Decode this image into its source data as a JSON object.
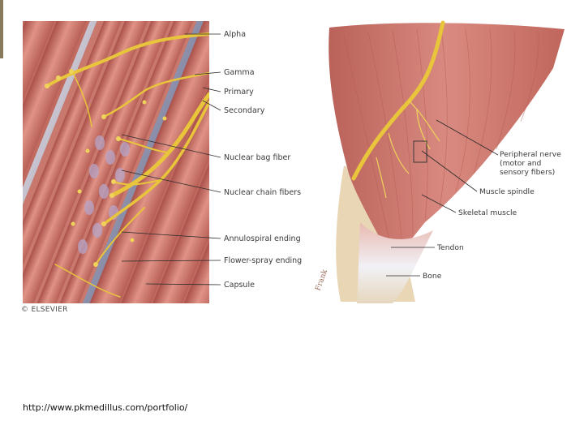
{
  "left_figure": {
    "labels": {
      "alpha": "Alpha",
      "gamma": "Gamma",
      "primary": "Primary",
      "secondary": "Secondary",
      "nuclear_bag": "Nuclear bag fiber",
      "nuclear_chain": "Nuclear chain fibers",
      "annulospiral": "Annulospiral ending",
      "flower_spray": "Flower-spray ending",
      "capsule": "Capsule"
    },
    "copyright": "© ELSEVIER"
  },
  "right_figure": {
    "labels": {
      "peripheral_nerve_1": "Peripheral nerve",
      "peripheral_nerve_2": "(motor and",
      "peripheral_nerve_3": "sensory fibers)",
      "muscle_spindle": "Muscle spindle",
      "skeletal_muscle": "Skeletal muscle",
      "tendon": "Tendon",
      "bone": "Bone"
    }
  },
  "footer": {
    "source_url": "http://www.pkmedillus.com/portfolio/"
  },
  "colors": {
    "muscle": "#d27b70",
    "muscle_dark": "#b05a52",
    "nerve": "#e8c53a",
    "capsule_blue": "#8fa6c7",
    "tendon": "#e2d6bf",
    "bone": "#ead9b8"
  }
}
